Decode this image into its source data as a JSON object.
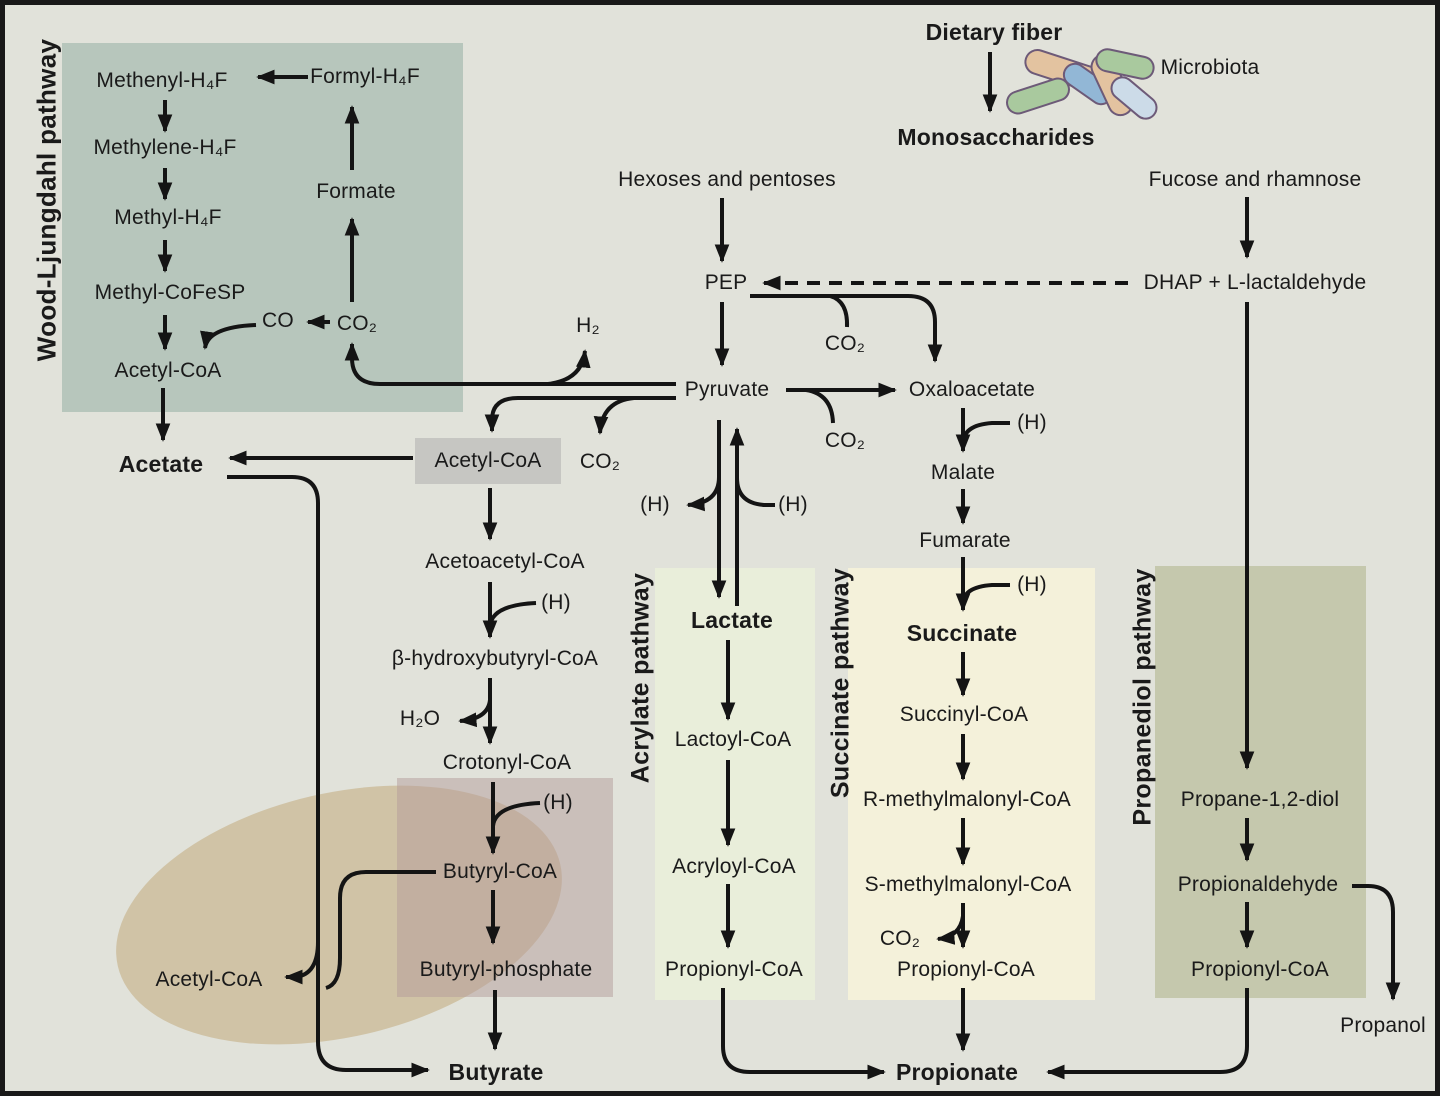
{
  "diagram": {
    "pathway_labels": {
      "wood_ljungdahl": "Wood-Ljungdahl pathway",
      "acrylate": "Acrylate pathway",
      "succinate": "Succinate pathway",
      "propanediol": "Propanediol pathway"
    },
    "nodes": {
      "dietary_fiber": "Dietary fiber",
      "microbiota": "Microbiota",
      "monosaccharides": "Monosaccharides",
      "hexoses": "Hexoses and pentoses",
      "fucose": "Fucose and rhamnose",
      "pep": "PEP",
      "dhap": "DHAP + L-lactaldehyde",
      "pyruvate": "Pyruvate",
      "oxaloacetate": "Oxaloacetate",
      "malate": "Malate",
      "fumarate": "Fumarate",
      "methenyl": "Methenyl-H₄F",
      "formyl": "Formyl-H₄F",
      "methylene": "Methylene-H₄F",
      "methyl_h4f": "Methyl-H₄F",
      "methyl_cofesp": "Methyl-CoFeSP",
      "formate": "Formate",
      "co": "CO",
      "acetyl_coa": "Acetyl-CoA",
      "acetate": "Acetate",
      "acetoacetyl_coa": "Acetoacetyl-CoA",
      "b_hydroxybutyryl_coa": "β-hydroxybutyryl-CoA",
      "crotonyl_coa": "Crotonyl-CoA",
      "butyryl_coa": "Butyryl-CoA",
      "butyryl_phosphate": "Butyryl-phosphate",
      "butyrate": "Butyrate",
      "lactate": "Lactate",
      "lactoyl_coa": "Lactoyl-CoA",
      "acryloyl_coa": "Acryloyl-CoA",
      "propionyl_coa": "Propionyl-CoA",
      "succinate": "Succinate",
      "succinyl_coa": "Succinyl-CoA",
      "r_methylmalonyl_coa": "R-methylmalonyl-CoA",
      "s_methylmalonyl_coa": "S-methylmalonyl-CoA",
      "propionate": "Propionate",
      "propane_12_diol": "Propane-1,2-diol",
      "propionaldehyde": "Propionaldehyde",
      "propanol": "Propanol"
    },
    "cofactors": {
      "h": "(H)",
      "co2": "CO₂",
      "h2": "H₂",
      "h2o": "H₂O"
    },
    "colors": {
      "background": "#e1e2da",
      "wood_ljungdahl_box": "#b7c6bc",
      "acrylate_box": "#e9eeda",
      "succinate_box": "#f4f1da",
      "propanediol_box": "#c5c8ad",
      "acetyl_coa_highlight": "#c6c6c2",
      "transferase_blob": "#cfc3a7",
      "phosphate_overlay": "#c9bdb9",
      "line": "#141414",
      "bacteria_tan": "#e3c3a0",
      "bacteria_green": "#a9c99e",
      "bacteria_blue": "#92b7d6",
      "bacteria_lightblue": "#ccdbe8"
    }
  }
}
